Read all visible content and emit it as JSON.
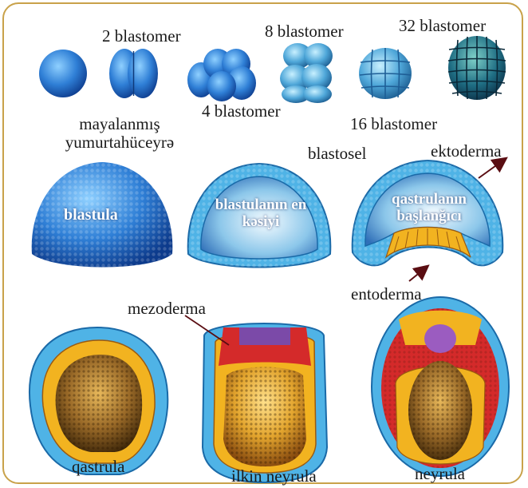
{
  "stages": {
    "fertilized_egg": "mayalanmış yumurtahüceyrə",
    "blastomer_2": "2 blastomer",
    "blastomer_4": "4 blastomer",
    "blastomer_8": "8 blastomer",
    "blastomer_16": "16 blastomer",
    "blastomer_32": "32 blastomer",
    "blastula": "blastula",
    "blastula_section": "blastulanın en kəsiyi",
    "gastrula_start": "qastrulanın başlanğıcı",
    "gastrula": "qastrula",
    "early_neurula": "ilkin neyrula",
    "neurula": "neyrula"
  },
  "structures": {
    "blastocoel": "blastosel",
    "ectoderm": "ektoderma",
    "endoderm": "entoderma",
    "mesoderm": "mezoderma"
  },
  "colors": {
    "frame": "#c9a24a",
    "cell_blue": "#2f7fd6",
    "ectoderm_blue": "#4fb3e6",
    "endoderm_yellow": "#f2b320",
    "mesoderm_red": "#d42a2a",
    "arrow": "#5a0d12"
  }
}
